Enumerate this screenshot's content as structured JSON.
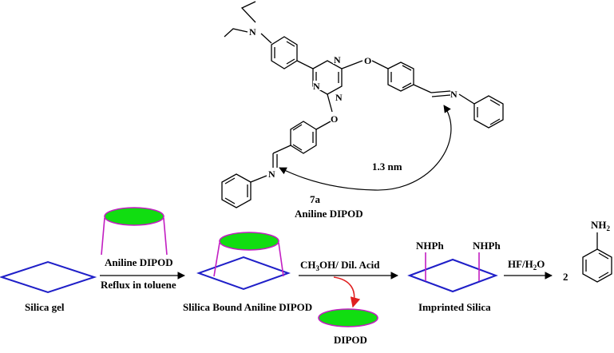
{
  "molecule": {
    "atoms": {
      "n_amine": "N",
      "n_triazine_1": "N",
      "n_triazine_2": "N",
      "n_triazine_3": "N",
      "o_right": "O",
      "o_bottom": "O",
      "n_imine_right": "N",
      "n_imine_left": "N"
    },
    "distance_label": "1.3 nm",
    "compound_number": "7a",
    "compound_name": "Aniline DIPOD"
  },
  "scheme": {
    "silica_gel": "Silica gel",
    "step1_top": "Aniline DIPOD",
    "step1_bottom": "Reflux in toluene",
    "silica_bound": "Slilica Bound  Aniline DIPOD",
    "step2_reagent": "CH3OH/ Dil. Acid",
    "step2_parts": {
      "pre": "CH",
      "sub": "3",
      "post": "OH/ Dil. Acid"
    },
    "dipod": "DIPOD",
    "nhph_left": "NHPh",
    "nhph_right": "NHPh",
    "imprinted": "Imprinted Silica",
    "step3_reagent": "HF/H2O",
    "step3_parts": {
      "pre": "HF/H",
      "sub": "2",
      "post": "O"
    },
    "coefficient": "2",
    "product_group": "NH2",
    "product_parts": {
      "pre": "NH",
      "sub": "2"
    }
  },
  "colors": {
    "green_fill": "#11dd11",
    "magenta": "#c21ec2",
    "blue": "#1f1fc8",
    "red_arrow": "#e02020"
  }
}
